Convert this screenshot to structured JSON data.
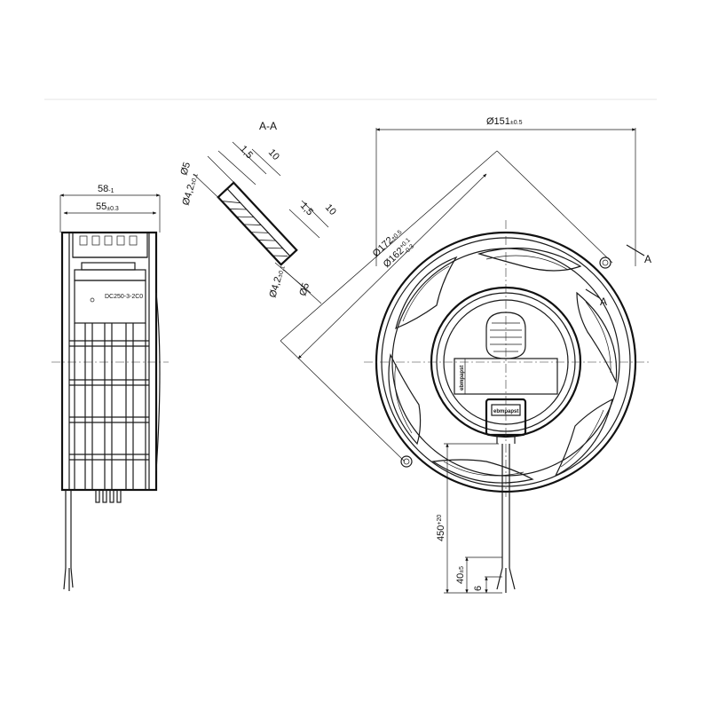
{
  "side_view": {
    "dim_outer": "58",
    "dim_outer_tol": "-1",
    "dim_inner": "55",
    "dim_inner_tol": "±0.3",
    "label_code": "DC250-3-2C0"
  },
  "section": {
    "title": "A-A",
    "d5_top": "Ø5",
    "d42_top": "Ø4,2",
    "d42_top_tol": "±0.1",
    "d15_top": "1,5",
    "d10_top": "10",
    "d15_bottom": "1,5",
    "d10_bottom": "10",
    "d42_bottom": "Ø4,2",
    "d42_bottom_tol": "±0.1",
    "d5_bottom": "Ø5"
  },
  "front_view": {
    "d151": "Ø151",
    "d151_tol": "±0.5",
    "d172": "Ø172",
    "d172_tol": "±0.5",
    "d162": "Ø162",
    "d162_tol_up": "+0.1",
    "d162_tol_lo": "-0.3",
    "section_mark_top": "A",
    "section_mark_right": "A",
    "cable_len": "450",
    "cable_len_tol": "+20",
    "strip_len": "40",
    "strip_len_tol": "±5",
    "tin_len": "6",
    "brand": "ebmpapst"
  }
}
